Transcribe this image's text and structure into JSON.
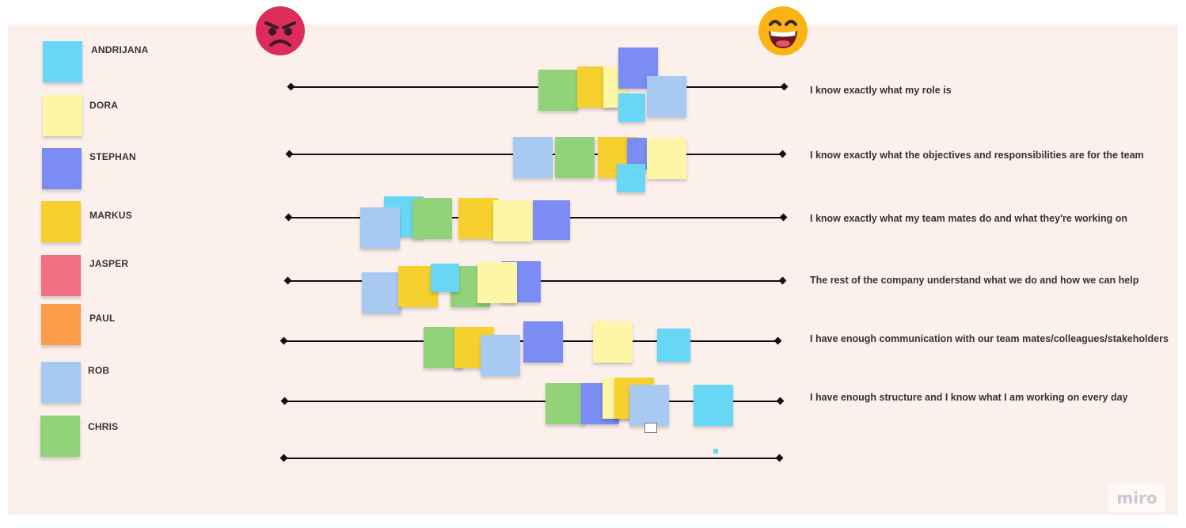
{
  "colors": {
    "board_bg": "#fcf0ec",
    "cyan": "#67d7f5",
    "light_yellow": "#fdf6a6",
    "purple": "#7b8cf4",
    "yellow": "#f5d02e",
    "red": "#f06f82",
    "orange": "#fc9b4a",
    "light_blue": "#a8c9f2",
    "green": "#92d27a"
  },
  "emojis": {
    "angry": "angry-face-icon",
    "happy": "laughing-face-icon"
  },
  "legend": [
    {
      "name": "ANDRIJANA",
      "color": "cyan"
    },
    {
      "name": "DORA",
      "color": "light_yellow"
    },
    {
      "name": "STEPHAN",
      "color": "purple"
    },
    {
      "name": "MARKUS",
      "color": "yellow"
    },
    {
      "name": "JASPER",
      "color": "red"
    },
    {
      "name": "PAUL",
      "color": "orange"
    },
    {
      "name": "ROB",
      "color": "light_blue"
    },
    {
      "name": "CHRIS",
      "color": "green"
    }
  ],
  "statements": [
    "I know exactly what my role is",
    "I know exactly what the objectives and responsibilities are for the team",
    "I know exactly what my team mates do and what they're working on",
    "The rest of the company understand what we do and how we can help",
    "I have enough communication with our team mates/colleagues/stakeholders",
    "I have enough structure and I know what I am working on every day"
  ],
  "logo": "miro"
}
